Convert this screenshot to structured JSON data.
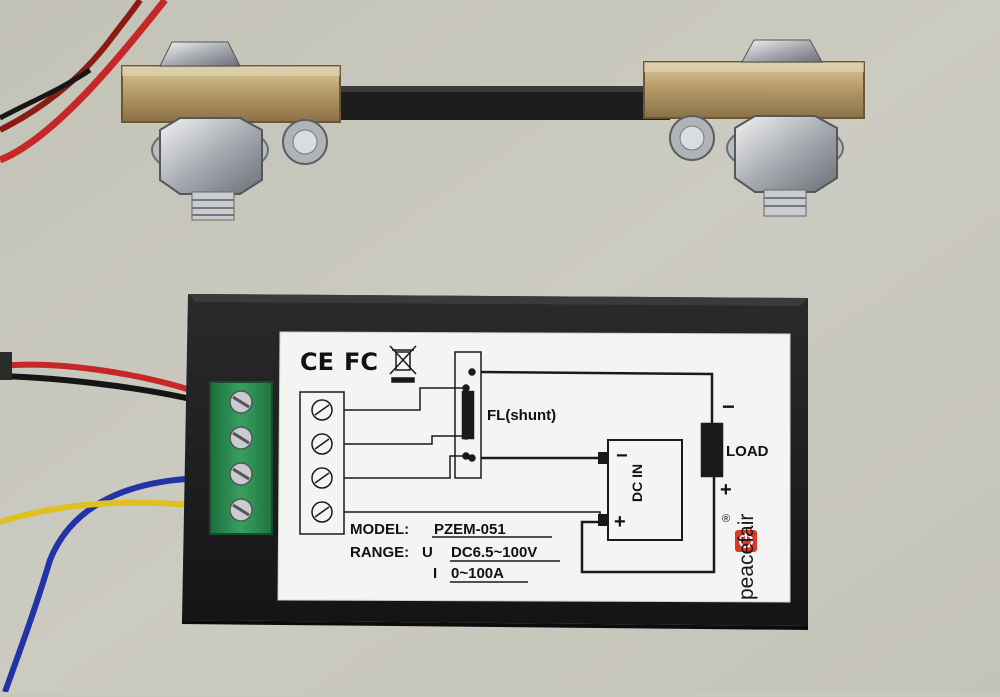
{
  "photo": {
    "certification_marks": {
      "ce": "CE",
      "fcc": "FC"
    },
    "diagram": {
      "shunt_label": "FL(shunt)",
      "dc_in_label": "DC IN",
      "dc_in_minus": "−",
      "dc_in_plus": "+",
      "load_label": "LOAD",
      "load_minus": "−",
      "load_plus": "+"
    },
    "specs": {
      "model_label": "MODEL:",
      "model_value": "PZEM-051",
      "range_label": "RANGE:",
      "voltage_symbol": "U",
      "voltage_range": "DC6.5~100V",
      "current_symbol": "I",
      "current_range": "0~100A"
    },
    "brand": {
      "name": "peacefair",
      "registered": "®"
    },
    "colors": {
      "background": "#c9c8bd",
      "meter_body": "#1c1c1e",
      "label_paper": "#f4f4f2",
      "terminal_block": "#2f8a52",
      "brand_red": "#d8392c",
      "wire_red": "#c62828",
      "wire_black": "#111111",
      "wire_blue": "#2233a8",
      "wire_yellow": "#e0c020",
      "brass": "#b79b6a"
    }
  }
}
